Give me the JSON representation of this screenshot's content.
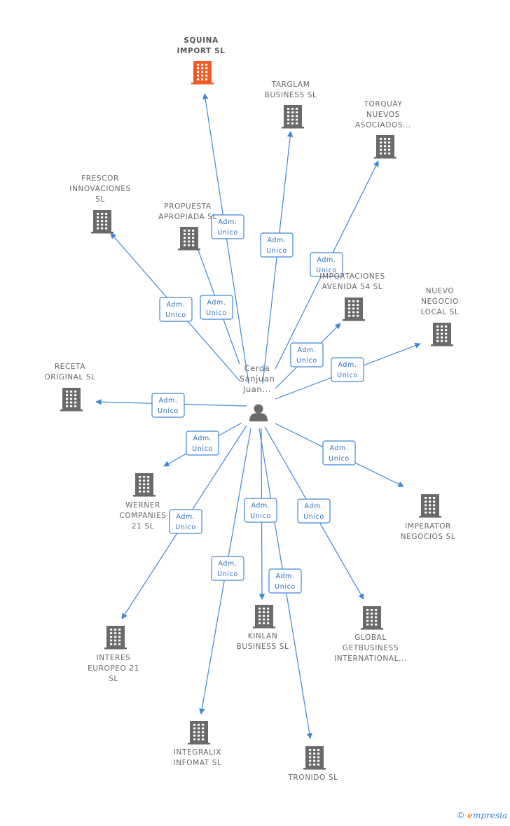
{
  "center": {
    "label_lines": [
      "Cerda",
      "Sanjuan",
      "Juan..."
    ],
    "icon": "person-icon"
  },
  "colors": {
    "edge": "#3f86d8",
    "building": "#6a6a6a",
    "building_highlight": "#f05a28",
    "label": "#666666"
  },
  "nodes": [
    {
      "id": "squina",
      "lines": [
        "SQUINA",
        "IMPORT  SL"
      ],
      "highlight": true,
      "icon": "building-icon"
    },
    {
      "id": "targlam",
      "lines": [
        "TARGLAM",
        "BUSINESS  SL"
      ],
      "icon": "building-icon"
    },
    {
      "id": "torquay",
      "lines": [
        "TORQUAY",
        "NUEVOS",
        "ASOCIADOS..."
      ],
      "icon": "building-icon"
    },
    {
      "id": "frescor",
      "lines": [
        "FRESCOR",
        "INNOVACIONES",
        "SL"
      ],
      "icon": "building-icon"
    },
    {
      "id": "propuesta",
      "lines": [
        "PROPUESTA",
        "APROPIADA  SL"
      ],
      "icon": "building-icon"
    },
    {
      "id": "importaciones",
      "lines": [
        "IMPORTACIONES",
        "AVENIDA 54  SL"
      ],
      "icon": "building-icon"
    },
    {
      "id": "nuevo",
      "lines": [
        "NUEVO",
        "NEGOCIO",
        "LOCAL  SL"
      ],
      "icon": "building-icon"
    },
    {
      "id": "receta",
      "lines": [
        "RECETA",
        "ORIGINAL  SL"
      ],
      "icon": "building-icon"
    },
    {
      "id": "werner",
      "lines": [
        "WERNER",
        "COMPANIES",
        "21  SL"
      ],
      "icon": "building-icon"
    },
    {
      "id": "imperator",
      "lines": [
        "IMPERATOR",
        "NEGOCIOS  SL"
      ],
      "icon": "building-icon"
    },
    {
      "id": "interes",
      "lines": [
        "INTERES",
        "EUROPEO 21",
        "SL"
      ],
      "icon": "building-icon"
    },
    {
      "id": "kinlan",
      "lines": [
        "KINLAN",
        "BUSINESS SL"
      ],
      "icon": "building-icon"
    },
    {
      "id": "global",
      "lines": [
        "GLOBAL",
        "GETBUSINESS",
        "INTERNATIONAL..."
      ],
      "icon": "building-icon"
    },
    {
      "id": "integralix",
      "lines": [
        "INTEGRALIX",
        "INFOMAT  SL"
      ],
      "icon": "building-icon"
    },
    {
      "id": "tronido",
      "lines": [
        "TRONIDO  SL"
      ],
      "icon": "building-icon"
    }
  ],
  "edges": [
    {
      "to": "squina",
      "label_lines": [
        "Adm.",
        "Unico"
      ]
    },
    {
      "to": "targlam",
      "label_lines": [
        "Adm.",
        "Unico"
      ]
    },
    {
      "to": "torquay",
      "label_lines": [
        "Adm.",
        "Unico"
      ]
    },
    {
      "to": "frescor",
      "label_lines": [
        "Adm.",
        "Unico"
      ]
    },
    {
      "to": "propuesta",
      "label_lines": [
        "Adm.",
        "Unico"
      ]
    },
    {
      "to": "importaciones",
      "label_lines": [
        "Adm.",
        "Unico"
      ]
    },
    {
      "to": "nuevo",
      "label_lines": [
        "Adm.",
        "Unico"
      ]
    },
    {
      "to": "receta",
      "label_lines": [
        "Adm.",
        "Unico"
      ]
    },
    {
      "to": "werner",
      "label_lines": [
        "Adm.",
        "Unico"
      ]
    },
    {
      "to": "imperator",
      "label_lines": [
        "Adm.",
        "Unico"
      ]
    },
    {
      "to": "interes",
      "label_lines": [
        "Adm.",
        "Unico"
      ]
    },
    {
      "to": "kinlan",
      "label_lines": [
        "Adm.",
        "Unico"
      ]
    },
    {
      "to": "global",
      "label_lines": [
        "Adm.",
        "Unico"
      ]
    },
    {
      "to": "integralix",
      "label_lines": [
        "Adm.",
        "Unico"
      ]
    },
    {
      "to": "tronido",
      "label_lines": [
        "Adm.",
        "Unico"
      ]
    }
  ],
  "watermark": {
    "copyright": "©",
    "brand_initial": "e",
    "brand_rest": "mpresia"
  }
}
